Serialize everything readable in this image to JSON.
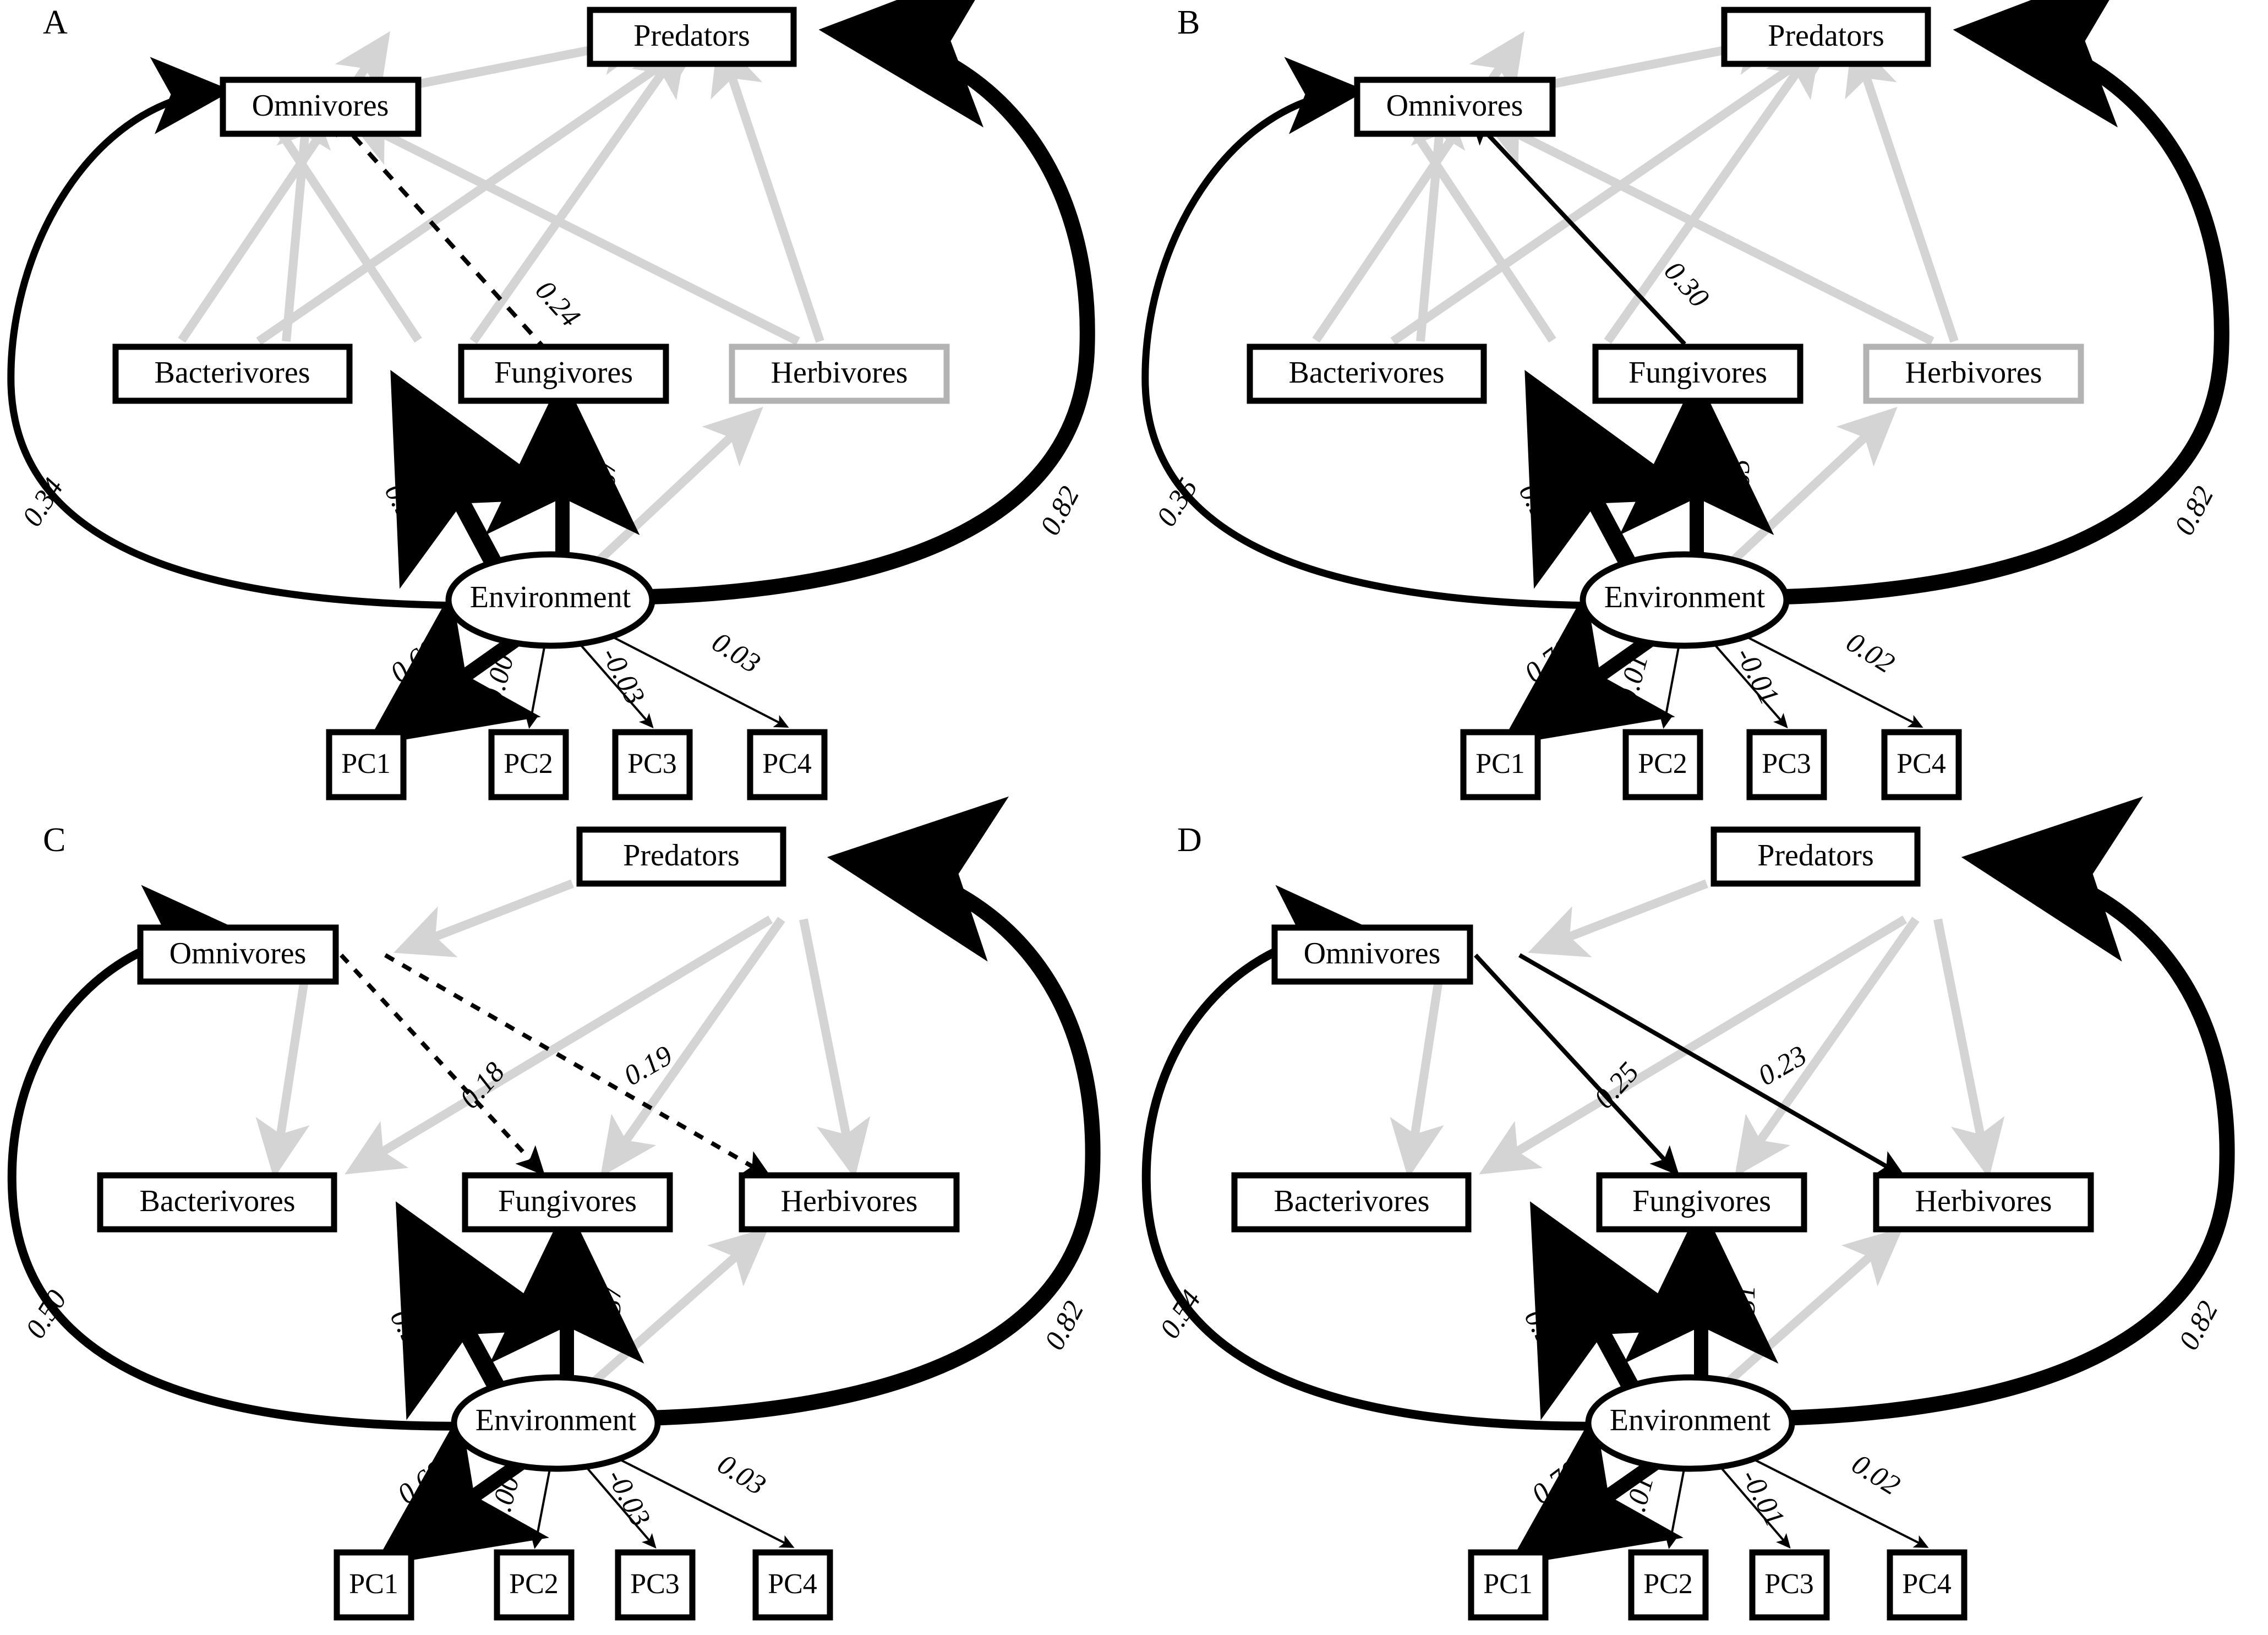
{
  "figure": {
    "type": "sem-path-diagram-grid",
    "panel_count": 4,
    "colors": {
      "strong_path": "#000000",
      "weak_path": "#d4d4d4",
      "node_border": "#000000",
      "faded_node_border": "#b3b3b3",
      "background": "#ffffff"
    },
    "node_labels": {
      "predators": "Predators",
      "omnivores": "Omnivores",
      "bacterivores": "Bacterivores",
      "fungivores": "Fungivores",
      "herbivores": "Herbivores",
      "environment": "Environment",
      "pc1": "PC1",
      "pc2": "PC2",
      "pc3": "PC3",
      "pc4": "PC4"
    }
  },
  "panels": [
    {
      "letter": "A",
      "herbivores_faded": true,
      "coefficients": {
        "env_to_omnivores": "0.34",
        "env_to_predators": "0.82",
        "env_to_bacterivores": "0.91",
        "env_to_fungivores": "0.67",
        "env_to_pc1": "0.68",
        "env_to_pc2": "0.00",
        "env_to_pc3": "-0.03",
        "env_to_pc4": "0.03",
        "fungivores_to_omnivores": "0.24"
      },
      "trophic_links": [
        {
          "from": "bacterivores",
          "to": "omnivores",
          "style": "weak"
        },
        {
          "from": "bacterivores",
          "to": "predators",
          "style": "weak"
        },
        {
          "from": "fungivores",
          "to": "omnivores",
          "style": "dashed",
          "label": "0.24"
        },
        {
          "from": "fungivores",
          "to": "predators",
          "style": "weak"
        },
        {
          "from": "herbivores",
          "to": "omnivores",
          "style": "weak"
        },
        {
          "from": "herbivores",
          "to": "predators",
          "style": "weak"
        },
        {
          "from": "omnivores",
          "to": "predators",
          "style": "weak"
        }
      ]
    },
    {
      "letter": "B",
      "herbivores_faded": true,
      "coefficients": {
        "env_to_omnivores": "0.35",
        "env_to_predators": "0.82",
        "env_to_bacterivores": "0.92",
        "env_to_fungivores": "0.65",
        "env_to_pc1": "0.70",
        "env_to_pc2": "0.01",
        "env_to_pc3": "-0.01",
        "env_to_pc4": "0.02",
        "fungivores_to_omnivores": "0.30"
      },
      "trophic_links": [
        {
          "from": "bacterivores",
          "to": "omnivores",
          "style": "weak"
        },
        {
          "from": "bacterivores",
          "to": "predators",
          "style": "weak"
        },
        {
          "from": "fungivores",
          "to": "omnivores",
          "style": "solid-thin",
          "label": "0.30"
        },
        {
          "from": "fungivores",
          "to": "predators",
          "style": "weak"
        },
        {
          "from": "herbivores",
          "to": "omnivores",
          "style": "weak"
        },
        {
          "from": "herbivores",
          "to": "predators",
          "style": "weak"
        },
        {
          "from": "omnivores",
          "to": "predators",
          "style": "weak"
        }
      ]
    },
    {
      "letter": "C",
      "herbivores_faded": false,
      "coefficients": {
        "env_to_omnivores": "0.50",
        "env_to_predators": "0.82",
        "env_to_bacterivores": "0.91",
        "env_to_fungivores": "0.57",
        "env_to_pc1": "0.68",
        "env_to_pc2": "0.00",
        "env_to_pc3": "-0.03",
        "env_to_pc4": "0.03",
        "omnivores_to_fungivores": "0.18",
        "omnivores_to_herbivores": "0.19"
      },
      "trophic_links": [
        {
          "from": "predators",
          "to": "omnivores",
          "style": "weak"
        },
        {
          "from": "predators",
          "to": "bacterivores",
          "style": "weak"
        },
        {
          "from": "predators",
          "to": "fungivores",
          "style": "weak"
        },
        {
          "from": "predators",
          "to": "herbivores",
          "style": "weak"
        },
        {
          "from": "omnivores",
          "to": "bacterivores",
          "style": "weak"
        },
        {
          "from": "omnivores",
          "to": "fungivores",
          "style": "dashed",
          "label": "0.18"
        },
        {
          "from": "omnivores",
          "to": "herbivores",
          "style": "dashed",
          "label": "0.19"
        }
      ]
    },
    {
      "letter": "D",
      "herbivores_faded": false,
      "coefficients": {
        "env_to_omnivores": "0.54",
        "env_to_predators": "0.82",
        "env_to_bacterivores": "0.92",
        "env_to_fungivores": "0.51",
        "env_to_pc1": "0.70",
        "env_to_pc2": "0.01",
        "env_to_pc3": "-0.01",
        "env_to_pc4": "0.02",
        "omnivores_to_fungivores": "0.25",
        "omnivores_to_herbivores": "0.23"
      },
      "trophic_links": [
        {
          "from": "predators",
          "to": "omnivores",
          "style": "weak"
        },
        {
          "from": "predators",
          "to": "bacterivores",
          "style": "weak"
        },
        {
          "from": "predators",
          "to": "fungivores",
          "style": "weak"
        },
        {
          "from": "predators",
          "to": "herbivores",
          "style": "weak"
        },
        {
          "from": "omnivores",
          "to": "bacterivores",
          "style": "weak"
        },
        {
          "from": "omnivores",
          "to": "fungivores",
          "style": "solid-thin",
          "label": "0.25"
        },
        {
          "from": "omnivores",
          "to": "herbivores",
          "style": "solid-thin",
          "label": "0.23"
        }
      ]
    }
  ]
}
